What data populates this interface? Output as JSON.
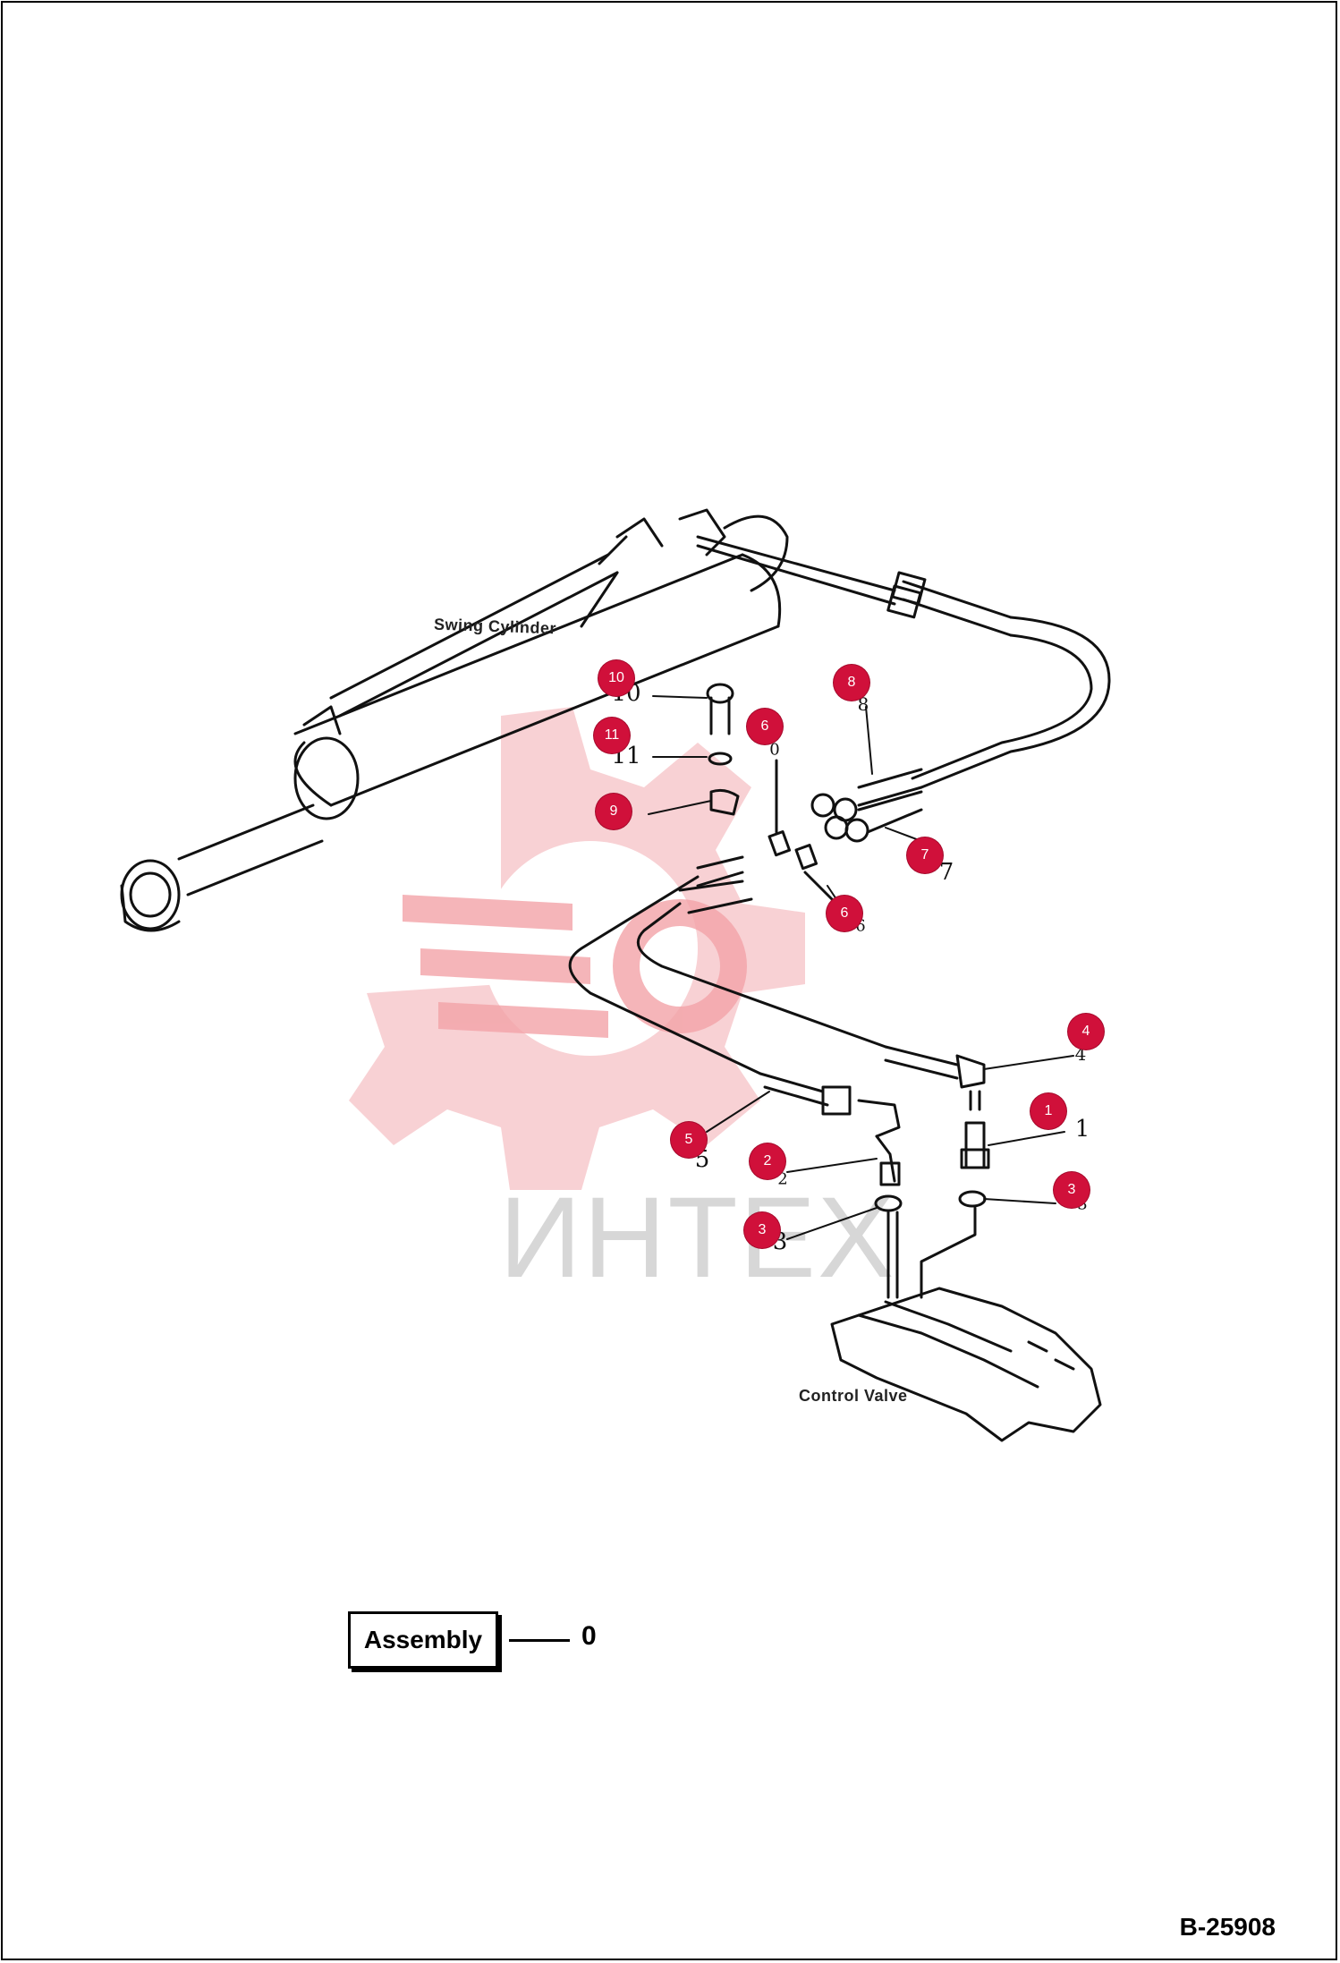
{
  "labels": {
    "swing_cylinder": "Swing Cylinder",
    "control_valve": "Control Valve"
  },
  "watermark": {
    "text": "ИНТЕХ",
    "color": "#f3a3a8"
  },
  "callouts": [
    "10",
    "11",
    "6",
    "8",
    "9",
    "6",
    "7",
    "4",
    "1",
    "5",
    "2",
    "3",
    "3"
  ],
  "sketch_numbers": [
    "10",
    "11",
    "0",
    "8",
    "7",
    "6",
    "4",
    "1",
    "5",
    "2",
    "3",
    "3"
  ],
  "assembly": {
    "label": "Assembly",
    "number": "0"
  },
  "document_code": "B-25908",
  "colors": {
    "callout": "#d0103a",
    "line": "#111111"
  }
}
